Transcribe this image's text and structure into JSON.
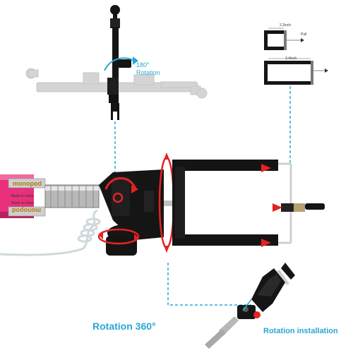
{
  "labels": {
    "rotation_180_degree": "180°",
    "rotation_180_word": "Rotation",
    "clip_small_size": "2.2inch",
    "clip_large_size": "3.4inch",
    "pull_label": "Pull",
    "rotation_360": "Rotation 360°",
    "rotation_installation": "Rotation installation"
  },
  "pole_text": {
    "brand": "monopod",
    "made_in": "Made in china"
  },
  "colors": {
    "accent_blue": "#29a7d4",
    "arrow_red": "#e52222",
    "stick_pink": "#e8317a",
    "holder_black": "#151515",
    "chrome": "#b8b8b8",
    "faded_gray": "#d2d2d2"
  }
}
